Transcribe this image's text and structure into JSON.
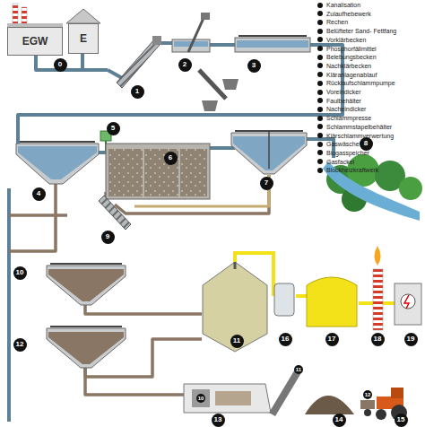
{
  "diagram": {
    "nodes": [
      {
        "text": [
          "EGW"
        ]
      },
      {
        "text": [
          "E"
        ]
      }
    ],
    "labels": [
      "0",
      "1",
      "2",
      "3",
      "4",
      "5",
      "6",
      "7",
      "8",
      "9",
      "10",
      "11",
      "12",
      "13",
      "14",
      "15",
      "16",
      "17",
      "18",
      "19",
      "10",
      "11",
      "12"
    ],
    "legend": [
      {
        "text": "Kanalisation"
      },
      {
        "text": "Zulaufhebewerk"
      },
      {
        "text": "Rechen"
      },
      {
        "text": "Belüfteter Sand- Fettfang"
      },
      {
        "text": "Vorklärbecken"
      },
      {
        "text": "Phosphorfällmittel"
      },
      {
        "text": "Belebungsbecken"
      },
      {
        "text": "Nachklärbecken"
      },
      {
        "text": "Kläranlagenablauf"
      },
      {
        "text": "Rücklaufschlammpumpe"
      },
      {
        "text": "Voreindicker"
      },
      {
        "text": "Faulbehälter"
      },
      {
        "text": "Nacheindicker"
      },
      {
        "text": "Schlammpresse"
      },
      {
        "text": "Schlammstapelbehälter"
      },
      {
        "text": "Klärschlammverwertung"
      },
      {
        "text": "Gaswäsche"
      },
      {
        "text": "Biogasspeicher"
      },
      {
        "text": "Gasfackel"
      },
      {
        "text": "Blockheizkraftwerk"
      }
    ]
  }
}
